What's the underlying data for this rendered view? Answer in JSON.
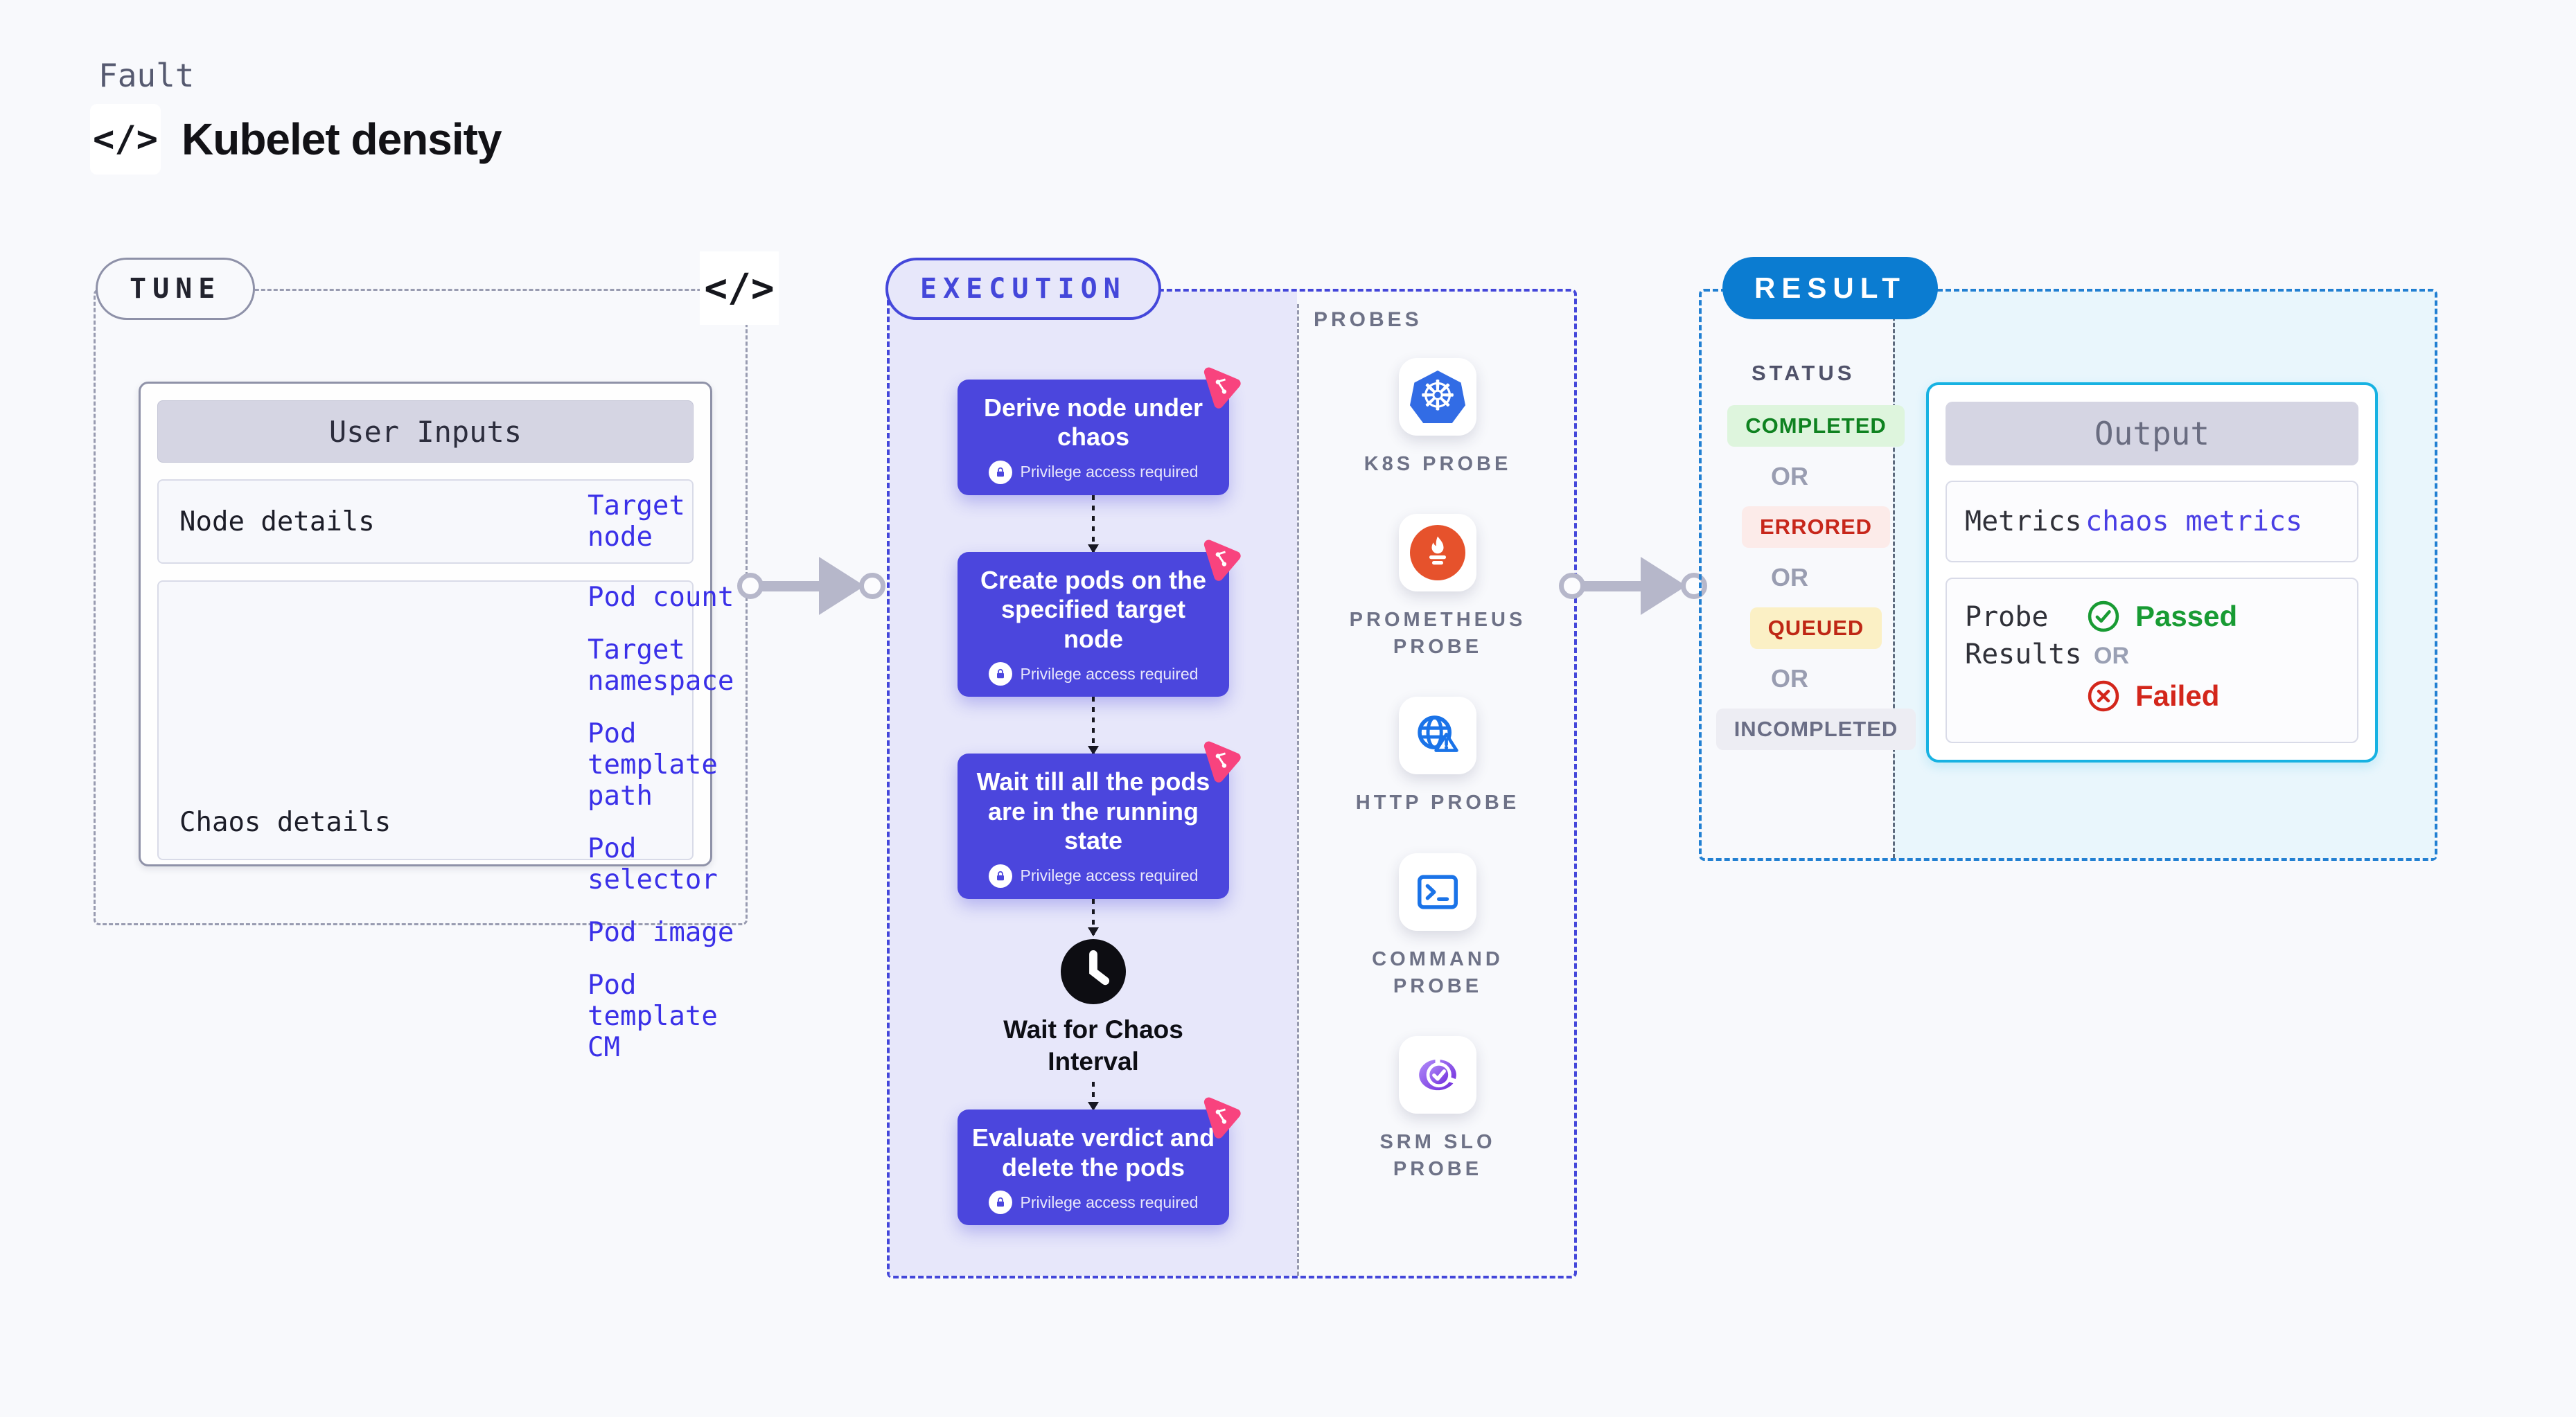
{
  "header": {
    "eyebrow": "Fault",
    "code_glyph": "</>",
    "title": "Kubelet density"
  },
  "tune": {
    "badge": "TUNE",
    "code_glyph": "</>",
    "table": {
      "header": "User Inputs",
      "rows": [
        {
          "label": "Node details",
          "links": [
            "Target node"
          ]
        },
        {
          "label": "Chaos details",
          "links": [
            "Pod count",
            "Target namespace",
            "Pod template path",
            "Pod selector",
            "Pod image",
            "Pod template CM"
          ]
        }
      ]
    }
  },
  "execution": {
    "badge": "EXECUTION",
    "steps": [
      {
        "title": "Derive node under chaos",
        "note": "Privilege access required"
      },
      {
        "title": "Create pods on the specified target node",
        "note": "Privilege access required"
      },
      {
        "title": "Wait till all the pods are in the running state",
        "note": "Privilege access required"
      },
      {
        "title": "Evaluate verdict and delete the pods",
        "note": "Privilege access required"
      }
    ],
    "wait_label": "Wait for Chaos Interval"
  },
  "probes": {
    "label": "PROBES",
    "items": [
      {
        "name": "K8S PROBE",
        "icon": "kubernetes-icon"
      },
      {
        "name": "PROMETHEUS PROBE",
        "icon": "prometheus-icon"
      },
      {
        "name": "HTTP PROBE",
        "icon": "globe-warning-icon"
      },
      {
        "name": "COMMAND PROBE",
        "icon": "terminal-icon"
      },
      {
        "name": "SRM SLO PROBE",
        "icon": "slo-donut-check-icon"
      }
    ]
  },
  "result": {
    "badge": "RESULT",
    "status_label": "STATUS",
    "or_label": "OR",
    "statuses": [
      {
        "label": "COMPLETED",
        "fg": "#0f8220",
        "bg": "#def5dd"
      },
      {
        "label": "ERRORED",
        "fg": "#c7271b",
        "bg": "#fcebe9"
      },
      {
        "label": "QUEUED",
        "fg": "#bf2715",
        "bg": "#fbf0c5"
      },
      {
        "label": "INCOMPLETED",
        "fg": "#6a6d85",
        "bg": "#ededf3"
      }
    ],
    "output": {
      "header": "Output",
      "metrics_label": "Metrics",
      "metrics_value": "chaos metrics",
      "probe_results_label": "Probe Results",
      "passed": "Passed",
      "failed": "Failed"
    }
  },
  "colors": {
    "page_bg": "#f8f9fc",
    "execution_indigo": "#4447da",
    "step_card": "#4b46dd",
    "execution_fill": "#e7e7fa",
    "result_blue": "#0b7cd1",
    "output_cyan_border": "#17b2e2",
    "result_fill": "#e9f6fc",
    "link_indigo": "#3a30e8",
    "arrow_gray": "#b6b7ca",
    "chaos_pin_pink": "#F8437E",
    "k8s_blue": "#326CE5",
    "prometheus_orange": "#E6522C",
    "probe_icon_blue": "#1a73e8"
  }
}
